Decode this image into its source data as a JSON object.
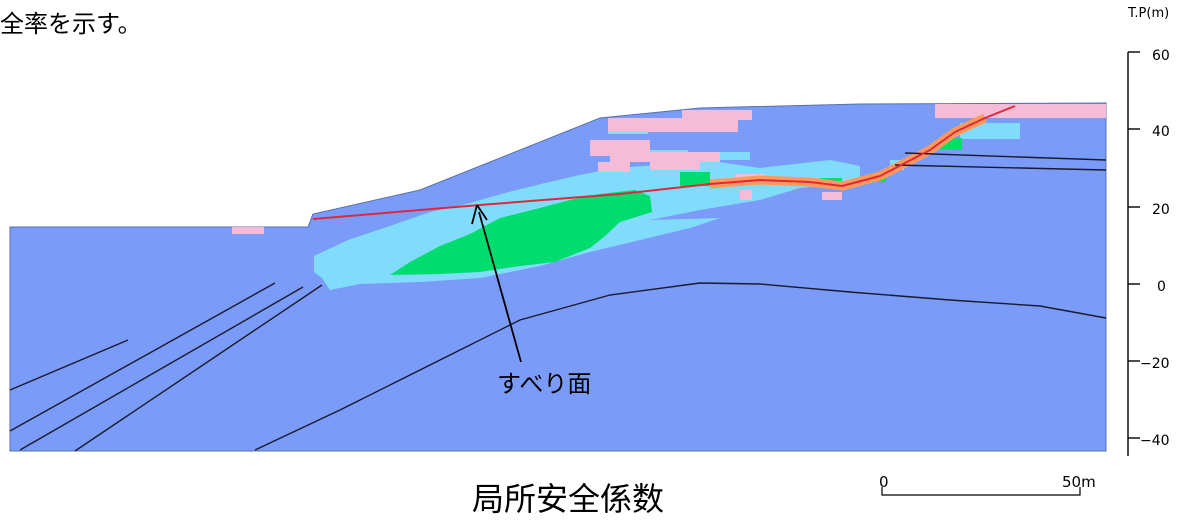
{
  "header": {
    "text": "全率を示す。"
  },
  "axis": {
    "unit_label": "T.P(m)",
    "ticks": [
      "60",
      "40",
      "20",
      "0",
      "−20",
      "−40"
    ]
  },
  "annotation": {
    "slip_surface_label": "すべり面"
  },
  "caption": {
    "title": "局所安全係数"
  },
  "scale_bar": {
    "zero_label": "0",
    "end_label": "50m"
  },
  "colors": {
    "ground": "#7b9bf8",
    "light_blue": "#80dcfa",
    "green": "#00dc6e",
    "pink": "#f4bcd6",
    "orange": "#ff9a5a",
    "slip_line": "#e0283c"
  }
}
